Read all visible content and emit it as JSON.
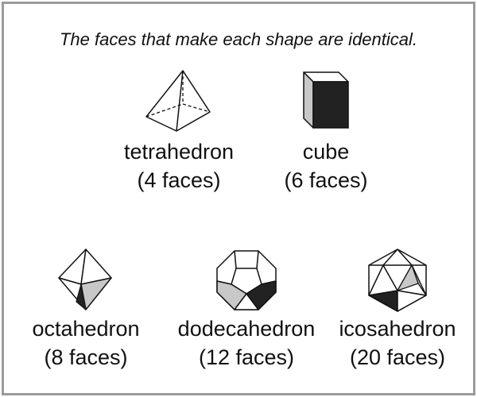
{
  "caption": "The faces that make each shape are identical.",
  "shapes": [
    {
      "icon": "tetrahedron-icon",
      "name": "tetrahedron",
      "faces": "(4 faces)"
    },
    {
      "icon": "cube-icon",
      "name": "cube",
      "faces": "(6 faces)"
    },
    {
      "icon": "octahedron-icon",
      "name": "octahedron",
      "faces": "(8 faces)"
    },
    {
      "icon": "dodecahedron-icon",
      "name": "dodecahedron",
      "faces": "(12 faces)"
    },
    {
      "icon": "icosahedron-icon",
      "name": "icosahedron",
      "faces": "(20 faces)"
    }
  ],
  "colors": {
    "border": "#9a9a9a",
    "light_face": "#c8c8c8",
    "dark_face": "#222222",
    "line": "#111111"
  }
}
